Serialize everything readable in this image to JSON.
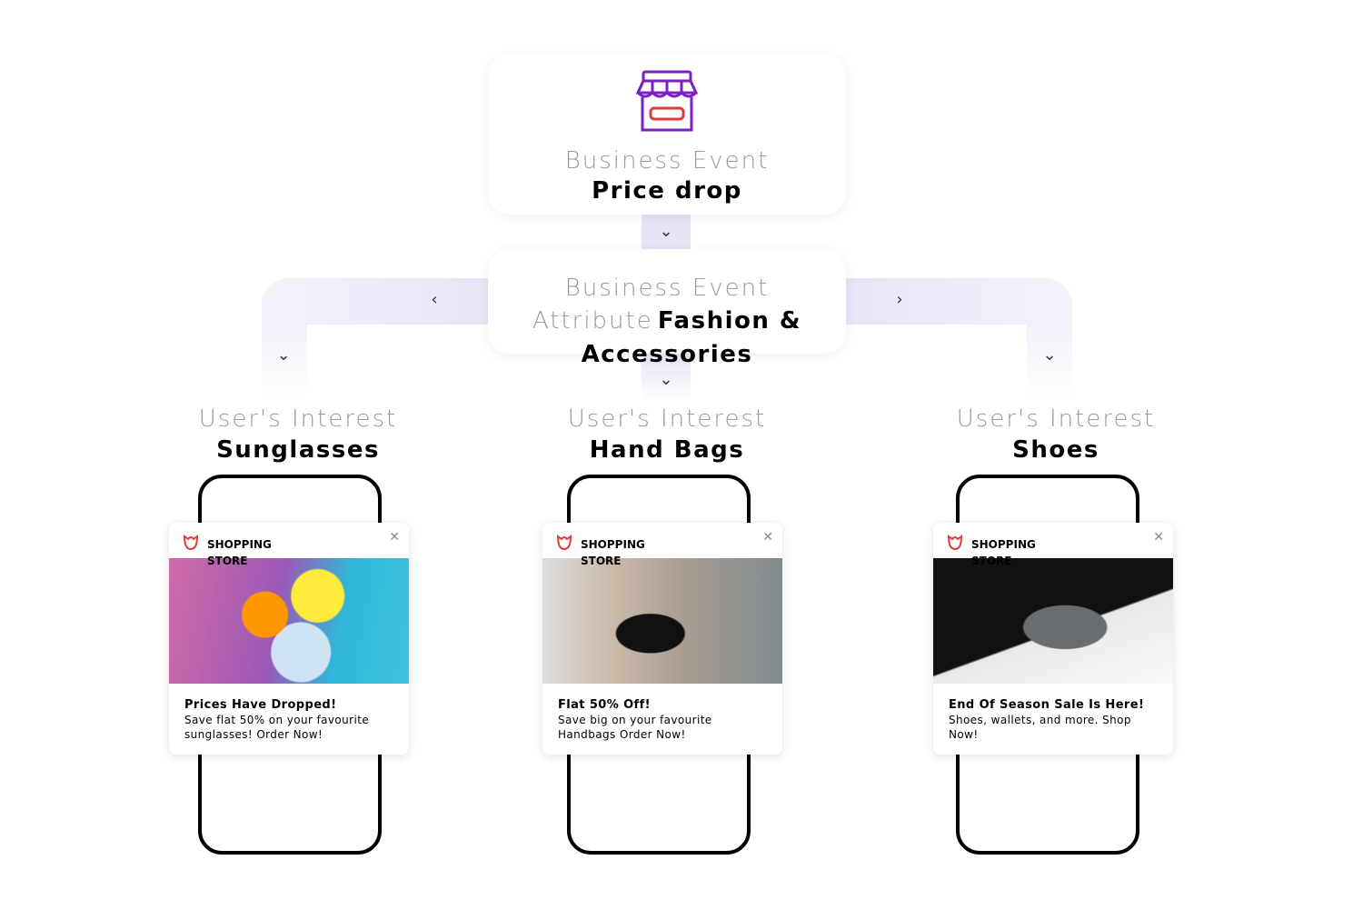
{
  "top_card": {
    "icon": "storefront-icon",
    "subtitle": "Business Event",
    "title": "Price drop"
  },
  "attr_card": {
    "subtitle": "Business Event",
    "prefix": "Attribute",
    "title": "Fashion & Accessories"
  },
  "colors": {
    "connector": "#e6e3f5",
    "icon_purple": "#7a1fc2",
    "icon_red": "#e53935"
  },
  "branches": [
    {
      "label": "User's Interest",
      "value": "Sunglasses",
      "notification": {
        "brand": "SHOPPING STORE",
        "title": "Prices Have Dropped!",
        "body": "Save flat 50% on your favourite sunglasses! Order Now!",
        "image": "sunglasses-image"
      }
    },
    {
      "label": "User's Interest",
      "value": "Hand Bags",
      "notification": {
        "brand": "SHOPPING STORE",
        "title": "Flat 50% Off!",
        "body": "Save big on your favourite Handbags Order Now!",
        "image": "handbag-image"
      }
    },
    {
      "label": "User's Interest",
      "value": "Shoes",
      "notification": {
        "brand": "SHOPPING STORE",
        "title": "End Of Season Sale Is Here!",
        "body": "Shoes, wallets, and more. Shop Now!",
        "image": "shoe-image"
      }
    }
  ]
}
